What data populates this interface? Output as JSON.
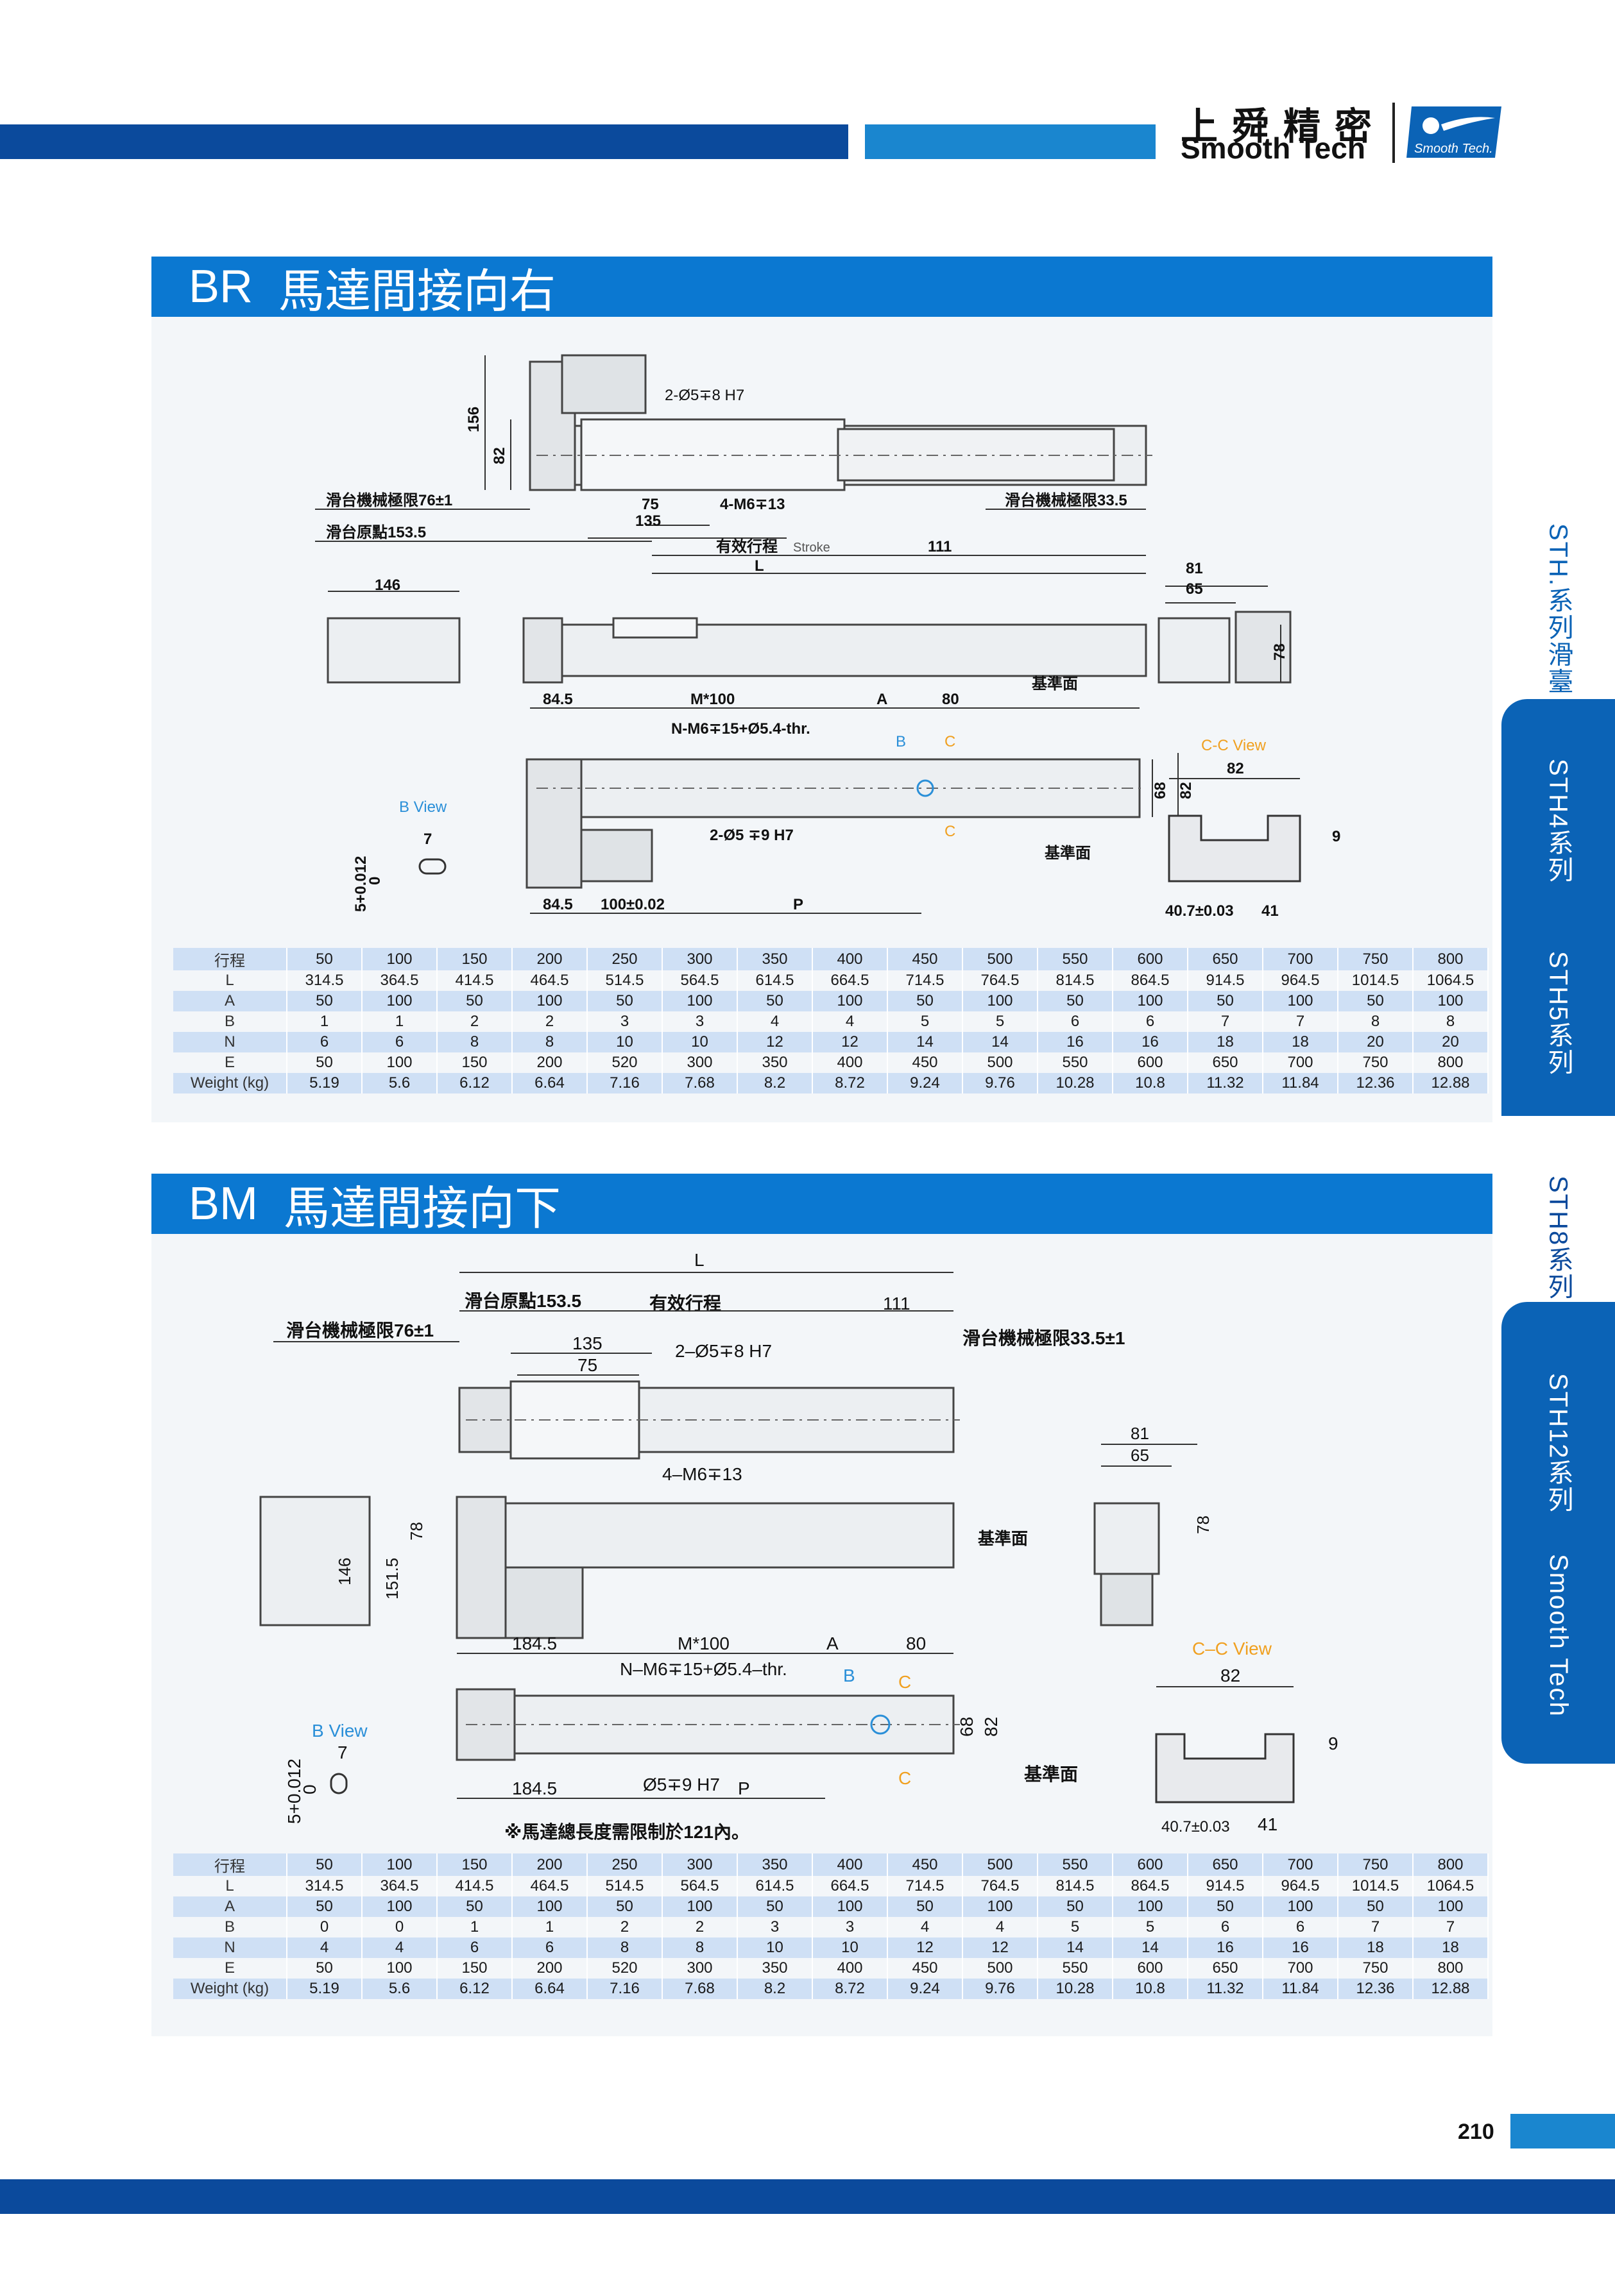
{
  "header": {
    "brand_zh": "上舜精密",
    "brand_en": "Smooth Tech",
    "logo_text": "Smooth Tech."
  },
  "side_tabs": [
    {
      "label": "STH.系列滑臺",
      "active": false
    },
    {
      "label": "STH4系列",
      "active": false
    },
    {
      "label": "STH5系列",
      "active": false
    },
    {
      "label": "STH8系列",
      "active": true
    },
    {
      "label": "STH12系列",
      "active": false
    },
    {
      "label": "Smooth Tech",
      "active": false
    }
  ],
  "sections": [
    {
      "code": "BR",
      "title": "馬達間接向右",
      "labels": {
        "limit_left": "滑台機械極限76±1",
        "origin": "滑台原點153.5",
        "limit_right": "滑台機械極限33.5",
        "stroke": "有效行程",
        "stroke_en": "Stroke",
        "L": "L",
        "hole_pin": "2-Ø5∓8 H7",
        "hole_thread": "4-M6∓13",
        "dim_156": "156",
        "dim_82": "82",
        "dim_75": "75",
        "dim_135": "135",
        "dim_111": "111",
        "dim_146": "146",
        "dim_81": "81",
        "dim_65": "65",
        "dim_78": "78",
        "datum": "基準面",
        "dim_84_5_top": "84.5",
        "M100": "M*100",
        "A": "A",
        "dim_80": "80",
        "thread_holes": "N-M6∓15+Ø5.4-thr.",
        "B": "B",
        "C": "C",
        "dim_68": "68",
        "dim_82b": "82",
        "pin_holes_bottom": "2-Ø5 ∓9 H7",
        "b_view": "B View",
        "dim_7": "7",
        "tol": "5+0.012",
        "tol0": "0",
        "dim_84_5_bot": "84.5",
        "dim_100": "100±0.02",
        "P": "P",
        "cc_view": "C-C View",
        "cc_82": "82",
        "cc_9": "9",
        "cc_407": "40.7±0.03",
        "cc_41": "41",
        "datum2": "基準面"
      },
      "table": [
        {
          "head": "行程",
          "values": [
            "50",
            "100",
            "150",
            "200",
            "250",
            "300",
            "350",
            "400",
            "450",
            "500",
            "550",
            "600",
            "650",
            "700",
            "750",
            "800"
          ]
        },
        {
          "head": "L",
          "values": [
            "314.5",
            "364.5",
            "414.5",
            "464.5",
            "514.5",
            "564.5",
            "614.5",
            "664.5",
            "714.5",
            "764.5",
            "814.5",
            "864.5",
            "914.5",
            "964.5",
            "1014.5",
            "1064.5"
          ]
        },
        {
          "head": "A",
          "values": [
            "50",
            "100",
            "50",
            "100",
            "50",
            "100",
            "50",
            "100",
            "50",
            "100",
            "50",
            "100",
            "50",
            "100",
            "50",
            "100"
          ]
        },
        {
          "head": "B",
          "values": [
            "1",
            "1",
            "2",
            "2",
            "3",
            "3",
            "4",
            "4",
            "5",
            "5",
            "6",
            "6",
            "7",
            "7",
            "8",
            "8"
          ]
        },
        {
          "head": "N",
          "values": [
            "6",
            "6",
            "8",
            "8",
            "10",
            "10",
            "12",
            "12",
            "14",
            "14",
            "16",
            "16",
            "18",
            "18",
            "20",
            "20"
          ]
        },
        {
          "head": "E",
          "values": [
            "50",
            "100",
            "150",
            "200",
            "520",
            "300",
            "350",
            "400",
            "450",
            "500",
            "550",
            "600",
            "650",
            "700",
            "750",
            "800"
          ]
        },
        {
          "head": "Weight (kg)",
          "values": [
            "5.19",
            "5.6",
            "6.12",
            "6.64",
            "7.16",
            "7.68",
            "8.2",
            "8.72",
            "9.24",
            "9.76",
            "10.28",
            "10.8",
            "11.32",
            "11.84",
            "12.36",
            "12.88"
          ]
        }
      ]
    },
    {
      "code": "BM",
      "title": "馬達間接向下",
      "labels": {
        "L": "L",
        "origin": "滑台原點153.5",
        "stroke": "有效行程",
        "dim_111": "111",
        "limit_left": "滑台機械極限76±1",
        "limit_right": "滑台機械極限33.5±1",
        "dim_135": "135",
        "dim_75": "75",
        "hole_pin": "2–Ø5∓8 H7",
        "hole_thread": "4–M6∓13",
        "dim_146": "146",
        "dim_1515": "151.5",
        "dim_78": "78",
        "datum": "基準面",
        "dim_81": "81",
        "dim_65": "65",
        "dim_78b": "78",
        "dim_184_5_top": "184.5",
        "M100": "M*100",
        "A": "A",
        "dim_80": "80",
        "thread_holes": "N–M6∓15+Ø5.4–thr.",
        "B": "B",
        "C": "C",
        "dim_68": "68",
        "dim_82": "82",
        "b_view": "B View",
        "dim_7": "7",
        "tol": "5+0.012",
        "tol0": "0",
        "dim_184_5_bot": "184.5",
        "pin_bottom": "Ø5∓9 H7",
        "P": "P",
        "datum2": "基準面",
        "cc_view": "C–C View",
        "cc_82": "82",
        "cc_9": "9",
        "cc_407": "40.7±0.03",
        "cc_41": "41",
        "note": "※馬達總長度需限制於121內。"
      },
      "table": [
        {
          "head": "行程",
          "values": [
            "50",
            "100",
            "150",
            "200",
            "250",
            "300",
            "350",
            "400",
            "450",
            "500",
            "550",
            "600",
            "650",
            "700",
            "750",
            "800"
          ]
        },
        {
          "head": "L",
          "values": [
            "314.5",
            "364.5",
            "414.5",
            "464.5",
            "514.5",
            "564.5",
            "614.5",
            "664.5",
            "714.5",
            "764.5",
            "814.5",
            "864.5",
            "914.5",
            "964.5",
            "1014.5",
            "1064.5"
          ]
        },
        {
          "head": "A",
          "values": [
            "50",
            "100",
            "50",
            "100",
            "50",
            "100",
            "50",
            "100",
            "50",
            "100",
            "50",
            "100",
            "50",
            "100",
            "50",
            "100"
          ]
        },
        {
          "head": "B",
          "values": [
            "0",
            "0",
            "1",
            "1",
            "2",
            "2",
            "3",
            "3",
            "4",
            "4",
            "5",
            "5",
            "6",
            "6",
            "7",
            "7"
          ]
        },
        {
          "head": "N",
          "values": [
            "4",
            "4",
            "6",
            "6",
            "8",
            "8",
            "10",
            "10",
            "12",
            "12",
            "14",
            "14",
            "16",
            "16",
            "18",
            "18"
          ]
        },
        {
          "head": "E",
          "values": [
            "50",
            "100",
            "150",
            "200",
            "520",
            "300",
            "350",
            "400",
            "450",
            "500",
            "550",
            "600",
            "650",
            "700",
            "750",
            "800"
          ]
        },
        {
          "head": "Weight (kg)",
          "values": [
            "5.19",
            "5.6",
            "6.12",
            "6.64",
            "7.16",
            "7.68",
            "8.2",
            "8.72",
            "9.24",
            "9.76",
            "10.28",
            "10.8",
            "11.32",
            "11.84",
            "12.36",
            "12.88"
          ]
        }
      ]
    }
  ],
  "page_number": "210",
  "colors": {
    "dark_blue": "#0b4a9c",
    "blue": "#0b78d1",
    "light_blue": "#1a86cf",
    "orange": "#f0a020",
    "view_blue": "#2a8fd8"
  }
}
